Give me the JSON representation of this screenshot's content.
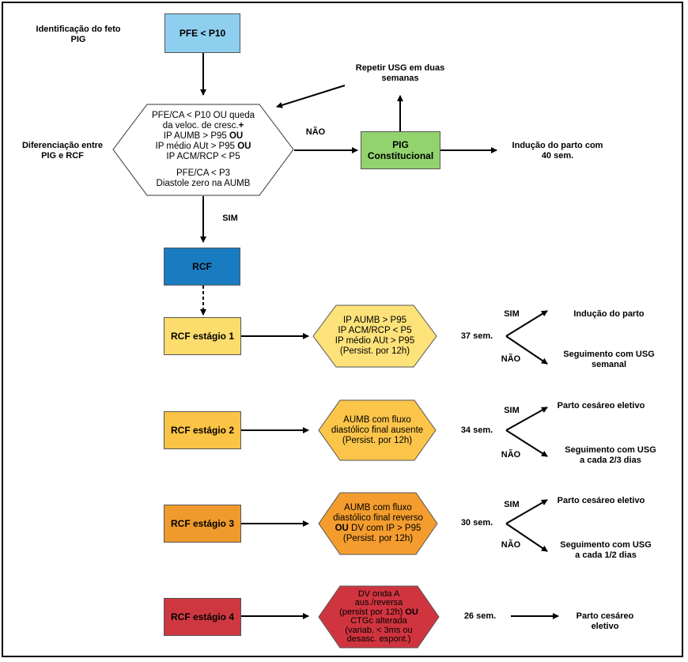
{
  "intro": {
    "label": "Identificação do feto PIG",
    "start_box": "PFE < P10"
  },
  "diff": {
    "label": "Diferenciação entre PIG e RCF",
    "hex_line1": "PFE/CA < P10 OU queda",
    "hex_line2": "da veloc. de cresc.",
    "hex_line2_bold": "+",
    "hex_line3": "IP AUMB > P95 ",
    "hex_line3_bold": "OU",
    "hex_line4": "IP médio AUt > P95 ",
    "hex_line4_bold": "OU",
    "hex_line5": "IP ACM/RCP < P5",
    "hex_line6": "PFE/CA < P3",
    "hex_line7": "Diastole zero na AUMB",
    "no": "NÃO",
    "yes": "SIM"
  },
  "pig": {
    "box": "PIG Constitucional",
    "repeat": "Repetir USG em duas semanas",
    "induction": "Indução do parto com 40 sem."
  },
  "rcf": {
    "box": "RCF"
  },
  "stages": [
    {
      "label": "RCF estágio 1",
      "hex_lines": [
        "IP AUMB > P95",
        "IP ACM/RCP < P5",
        "IP médio AUt > P95",
        "(Persist. por 12h)"
      ],
      "weeks": "37 sem.",
      "sim": "SIM",
      "nao": "NÃO",
      "outcome_yes": "Indução do parto",
      "outcome_no": "Seguimento com USG semanal"
    },
    {
      "label": "RCF estágio 2",
      "hex_lines": [
        "AUMB com fluxo",
        "diastólico final ausente",
        "(Persist. por 12h)"
      ],
      "weeks": "34 sem.",
      "sim": "SIM",
      "nao": "NÃO",
      "outcome_yes": "Parto cesáreo eletivo",
      "outcome_no": "Seguimento com USG a cada 2/3 dias"
    },
    {
      "label": "RCF estágio 3",
      "hex_line1": "AUMB com fluxo",
      "hex_line2": "diastólico final reverso",
      "hex_line3_bold": "OU",
      "hex_line3": " DV com IP > P95",
      "hex_line4": "(Persist. por 12h)",
      "weeks": "30 sem.",
      "sim": "SIM",
      "nao": "NÃO",
      "outcome_yes": "Parto cesáreo eletivo",
      "outcome_no": "Seguimento com USG a cada 1/2 dias"
    },
    {
      "label": "RCF estágio 4",
      "hex_line1": "DV onda A",
      "hex_line2": "aus./reversa",
      "hex_line3": "(persist por 12h) ",
      "hex_line3_bold": "OU",
      "hex_line4": "CTGc alterada",
      "hex_line5": "(variab. < 3ms ou",
      "hex_line6": "desasc. espont.)",
      "weeks": "26 sem.",
      "outcome": "Parto cesáreo eletivo"
    }
  ],
  "colors": {
    "start_box": "#8ecfef",
    "pig_box": "#92d36e",
    "rcf_box": "#1a7cc0",
    "stage1_box": "#fcdc6c",
    "stage1_hex": "#fde27a",
    "stage2_box": "#fbc446",
    "stage2_hex": "#fbc54a",
    "stage3_box": "#ef9a2c",
    "stage3_hex": "#f49d2e",
    "stage4_box": "#cf3740",
    "stage4_hex": "#d0353f"
  }
}
